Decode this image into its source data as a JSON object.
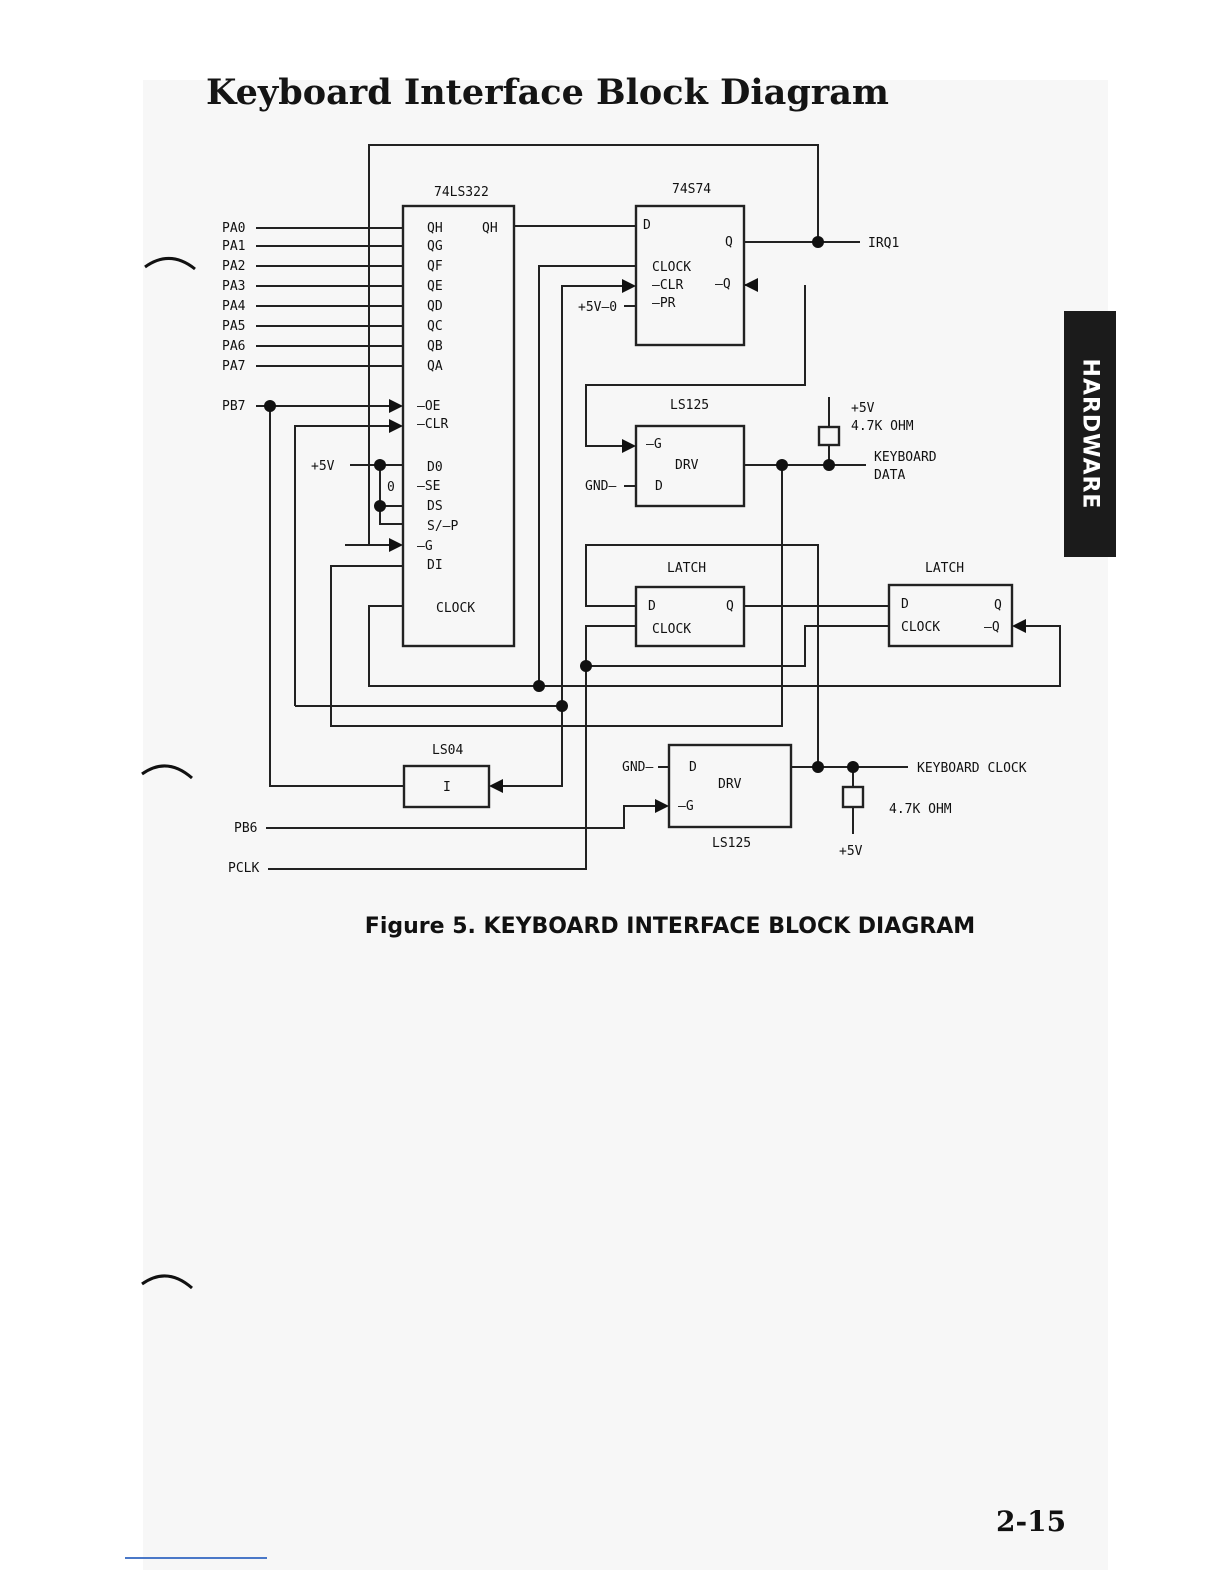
{
  "page": {
    "title": "Keyboard Interface Block Diagram",
    "caption": "Figure 5.  KEYBOARD INTERFACE BLOCK DIAGRAM",
    "page_number": "2-15",
    "side_tab": "HARDWARE"
  },
  "diagram": {
    "inputs": {
      "pa0": "PA0",
      "pa1": "PA1",
      "pa2": "PA2",
      "pa3": "PA3",
      "pa4": "PA4",
      "pa5": "PA5",
      "pa6": "PA6",
      "pa7": "PA7",
      "pb7": "PB7",
      "pb6": "PB6",
      "pclk": "PCLK",
      "plus5v": "+5V",
      "zero": "0"
    },
    "shift_register": {
      "name": "74LS322",
      "pins": {
        "qh": "QH",
        "qg": "QG",
        "qf": "QF",
        "qe": "QE",
        "qd": "QD",
        "qc": "QC",
        "qb": "QB",
        "qa": "QA",
        "oe": "–OE",
        "clr": "–CLR",
        "d0": "D0",
        "se": "–SE",
        "ds": "DS",
        "sp": "S/–P",
        "g": "–G",
        "di": "DI",
        "clock": "CLOCK",
        "qh_out": "QH"
      }
    },
    "flipflop": {
      "name": "74S74",
      "pins": {
        "d": "D",
        "q": "Q",
        "clock": "CLOCK",
        "clr": "–CLR",
        "nq": "–Q",
        "pr": "–PR"
      },
      "preset_input": "+5V–0"
    },
    "irq": "IRQ1",
    "driver_data": {
      "name": "LS125",
      "pins": {
        "g": "–G",
        "drv": "DRV",
        "d": "D"
      },
      "gnd": "GND–"
    },
    "pullup_data": {
      "vcc": "+5V",
      "resistor": "4.7K OHM",
      "signal_line1": "KEYBOARD",
      "signal_line2": "DATA"
    },
    "latch1": {
      "name": "LATCH",
      "pins": {
        "d": "D",
        "q": "Q",
        "clock": "CLOCK"
      }
    },
    "latch2": {
      "name": "LATCH",
      "pins": {
        "d": "D",
        "q": "Q",
        "clock": "CLOCK",
        "nq": "–Q"
      }
    },
    "inverter": {
      "name": "LS04",
      "symbol": "I"
    },
    "driver_clock": {
      "name": "LS125",
      "pins": {
        "d": "D",
        "drv": "DRV",
        "g": "–G"
      },
      "gnd": "GND–"
    },
    "pullup_clock": {
      "signal": "KEYBOARD CLOCK",
      "resistor": "4.7K OHM",
      "vcc": "+5V"
    }
  }
}
